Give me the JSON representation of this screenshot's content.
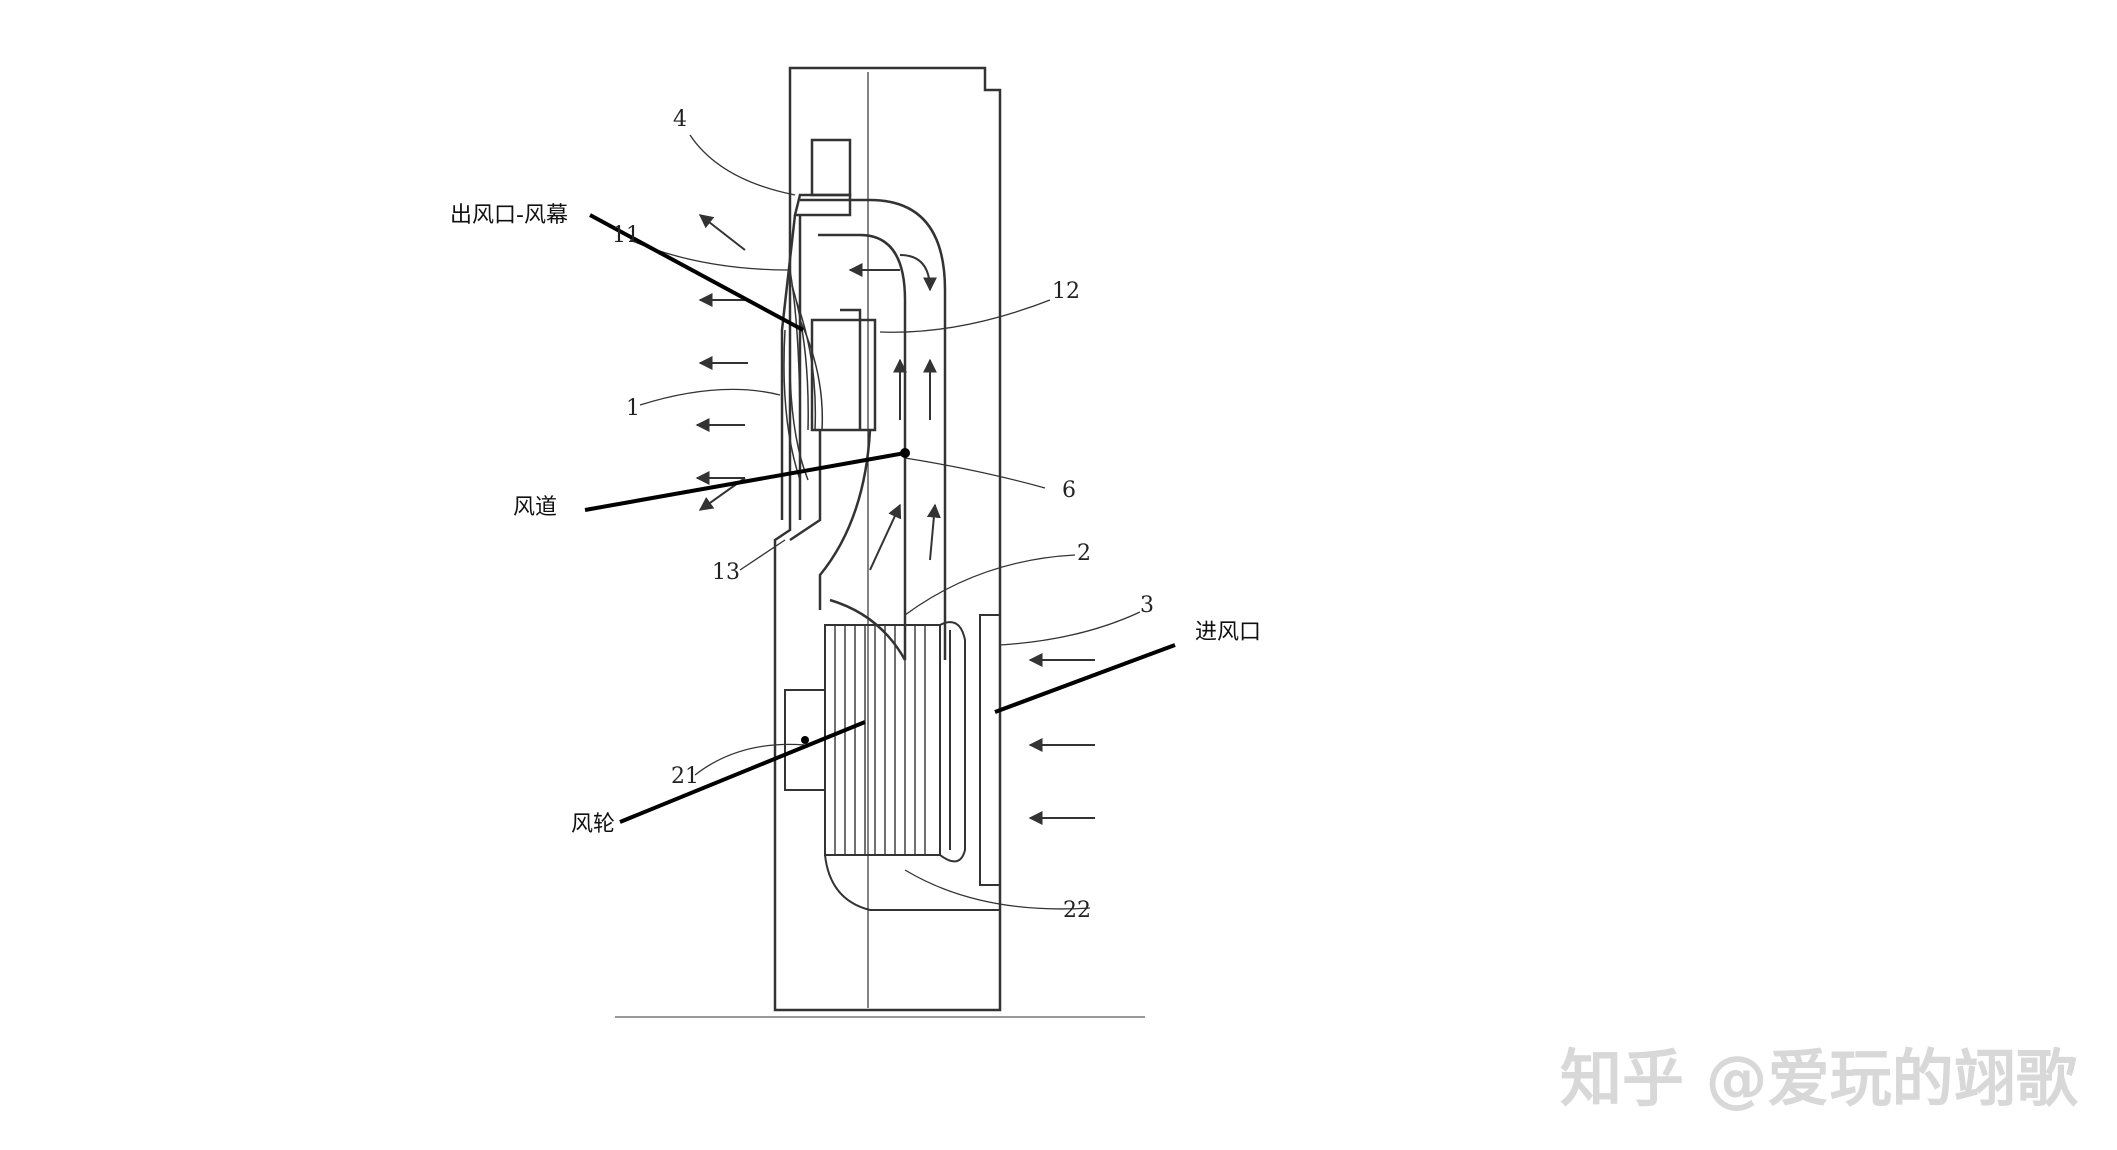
{
  "annotations": {
    "outlet": "出风口-风幕",
    "duct": "风道",
    "inlet": "进风口",
    "fan_wheel": "风轮"
  },
  "part_numbers": {
    "n4": "4",
    "n11": "11",
    "n12": "12",
    "n1": "1",
    "n6": "6",
    "n13": "13",
    "n2": "2",
    "n3": "3",
    "n21": "21",
    "n22": "22"
  },
  "watermark": "知乎 @爱玩的翊歌",
  "colors": {
    "line": "#333333",
    "leader": "#000000",
    "watermark": "#d8d8d8"
  }
}
